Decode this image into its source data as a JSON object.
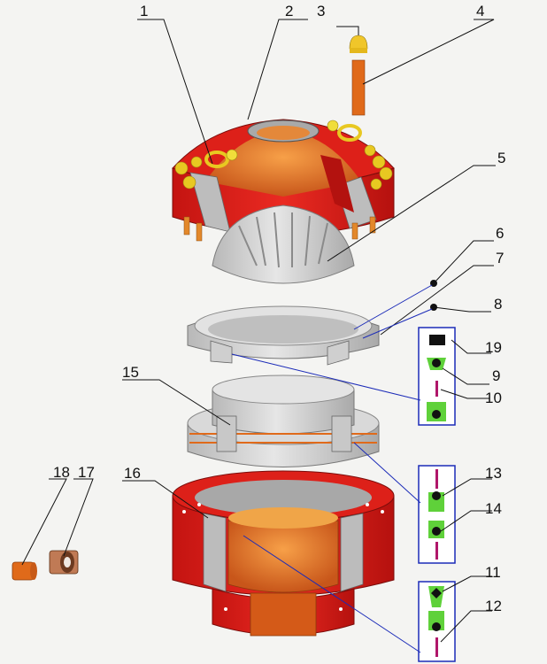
{
  "labels": {
    "n1": "1",
    "n2": "2",
    "n3": "3",
    "n4": "4",
    "n5": "5",
    "n6": "6",
    "n7": "7",
    "n8": "8",
    "n9": "9",
    "n10": "10",
    "n11": "11",
    "n12": "12",
    "n13": "13",
    "n14": "14",
    "n15": "15",
    "n16": "16",
    "n17": "17",
    "n18": "18",
    "n19": "19"
  },
  "colors": {
    "red": "#d81a17",
    "orange": "#e06a1a",
    "yellow": "#e8c821",
    "grey": "#c9c9c9",
    "green": "#5fd13a",
    "magenta": "#b0176a",
    "leader_blue": "#2233aa"
  }
}
